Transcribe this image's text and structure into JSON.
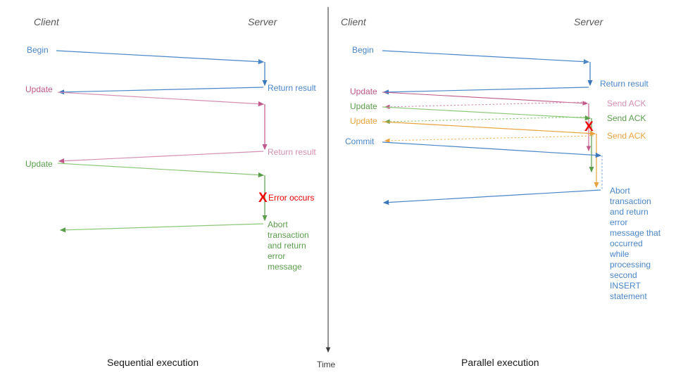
{
  "figure": {
    "title": "Sequential vs parallel transaction execution sequence diagram",
    "time_axis_label": "Time"
  },
  "colors": {
    "blue": "#4a86c8",
    "blue_dark": "#3a77bd",
    "pink": "#c0588a",
    "pink_light": "#d48fb3",
    "green": "#5a9e4b",
    "green_light": "#8cc878",
    "orange": "#e8a33d",
    "orange_light": "#f0b860",
    "red": "#ee0000",
    "gray": "#595959",
    "axis": "#3c3c3c"
  },
  "panels": [
    {
      "id": "sequential",
      "caption": "Sequential execution",
      "actors": {
        "client": "Client",
        "server": "Server"
      },
      "client_messages": [
        {
          "label": "Begin",
          "color": "blue"
        },
        {
          "label": "Update",
          "color": "pink"
        },
        {
          "label": "Update",
          "color": "green"
        }
      ],
      "server_messages": [
        {
          "label": "Return result",
          "color": "blue"
        },
        {
          "label": "Return result",
          "color": "pink"
        },
        {
          "label": "Abort transaction and return error message",
          "color": "green"
        }
      ],
      "error_marker": {
        "glyph": "X",
        "label": "Error occurs",
        "color": "red"
      }
    },
    {
      "id": "parallel",
      "caption": "Parallel execution",
      "actors": {
        "client": "Client",
        "server": "Server"
      },
      "client_messages": [
        {
          "label": "Begin",
          "color": "blue"
        },
        {
          "label": "Update",
          "color": "pink"
        },
        {
          "label": "Update",
          "color": "green"
        },
        {
          "label": "Update",
          "color": "orange"
        },
        {
          "label": "Commit",
          "color": "blue"
        }
      ],
      "server_messages": [
        {
          "label": "Return result",
          "color": "blue"
        },
        {
          "label": "Send ACK",
          "color": "pink"
        },
        {
          "label": "Send ACK",
          "color": "green"
        },
        {
          "label": "Send ACK",
          "color": "orange"
        },
        {
          "label": "Abort transaction and return error message that occurred while processing second INSERT statement",
          "color": "blue"
        }
      ],
      "error_marker": {
        "glyph": "X",
        "label": "",
        "color": "red"
      }
    }
  ]
}
